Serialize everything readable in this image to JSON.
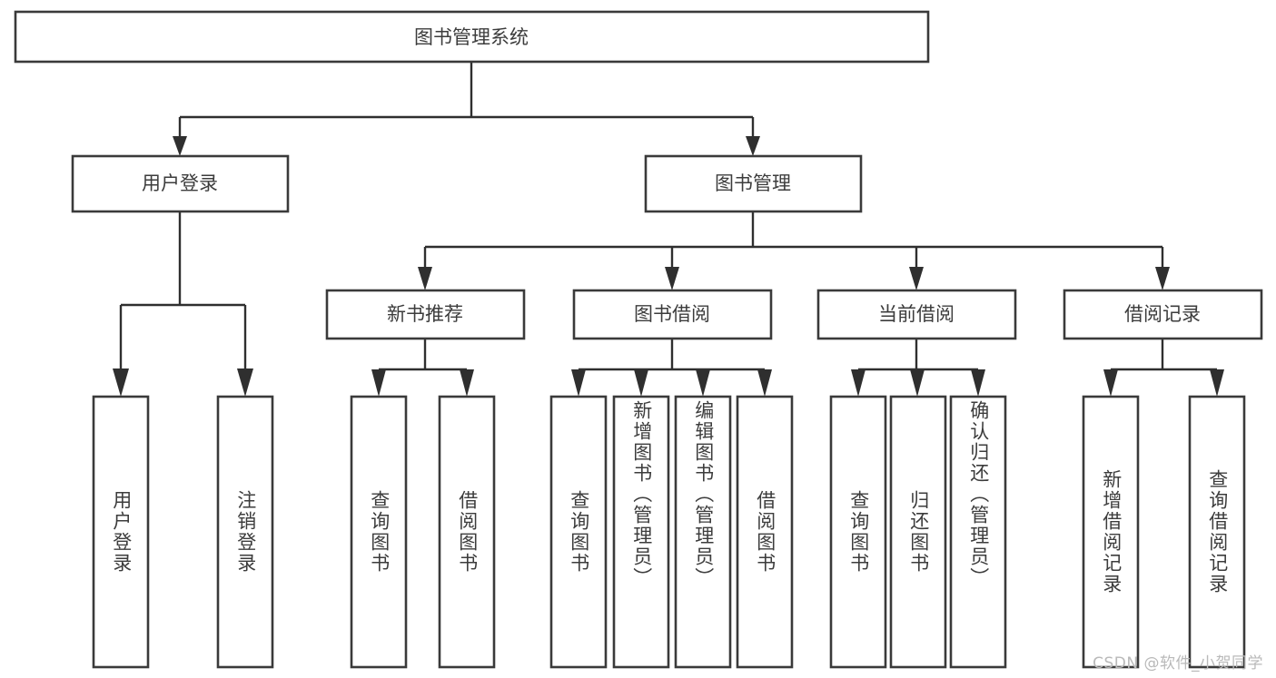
{
  "diagram": {
    "type": "tree",
    "title": "图书管理系统",
    "root": {
      "label": "图书管理系统",
      "id": "root-system"
    },
    "level2": [
      {
        "id": "user-login",
        "label": "用户登录"
      },
      {
        "id": "book-manage",
        "label": "图书管理"
      }
    ],
    "level3": [
      {
        "id": "new-book-recommend",
        "label": "新书推荐",
        "parent": "book-manage"
      },
      {
        "id": "book-borrow",
        "label": "图书借阅",
        "parent": "book-manage"
      },
      {
        "id": "current-borrow",
        "label": "当前借阅",
        "parent": "book-manage"
      },
      {
        "id": "borrow-record",
        "label": "借阅记录",
        "parent": "book-manage"
      }
    ],
    "leaves": [
      {
        "id": "leaf-user-login",
        "label": "用户登录",
        "parent": "user-login"
      },
      {
        "id": "leaf-user-logout",
        "label": "注销登录",
        "parent": "user-login"
      },
      {
        "id": "leaf-query-book-1",
        "label": "查询图书",
        "parent": "new-book-recommend"
      },
      {
        "id": "leaf-borrow-book-1",
        "label": "借阅图书",
        "parent": "new-book-recommend"
      },
      {
        "id": "leaf-query-book-2",
        "label": "查询图书",
        "parent": "book-borrow"
      },
      {
        "id": "leaf-add-book",
        "label": "新增图书（管理员）",
        "parent": "book-borrow"
      },
      {
        "id": "leaf-edit-book",
        "label": "编辑图书（管理员）",
        "parent": "book-borrow"
      },
      {
        "id": "leaf-borrow-book-2",
        "label": "借阅图书",
        "parent": "book-borrow"
      },
      {
        "id": "leaf-query-book-3",
        "label": "查询图书",
        "parent": "current-borrow"
      },
      {
        "id": "leaf-return-book",
        "label": "归还图书",
        "parent": "current-borrow"
      },
      {
        "id": "leaf-confirm-return",
        "label": "确认归还（管理员）",
        "parent": "current-borrow"
      },
      {
        "id": "leaf-add-record",
        "label": "新增借阅记录",
        "parent": "borrow-record"
      },
      {
        "id": "leaf-query-record",
        "label": "查询借阅记录",
        "parent": "borrow-record"
      }
    ],
    "colors": {
      "box_stroke": "#3a3a3a",
      "box_fill": "#ffffff",
      "edge": "#2f2f2f",
      "text": "#3c3c3c",
      "background": "#ffffff",
      "watermark": "#b9b9b9"
    }
  },
  "watermark": {
    "text": "CSDN @软件_小贺同学"
  }
}
